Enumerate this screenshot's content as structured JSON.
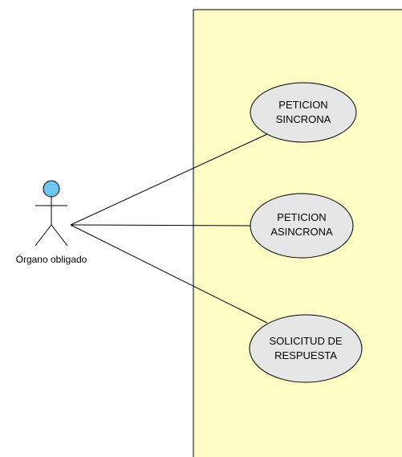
{
  "actor": {
    "name": "Órgano obligado",
    "head_color": "#6fc6f0"
  },
  "system_boundary": {
    "fill": "#fdfcc4",
    "stroke": "#000000"
  },
  "use_cases": [
    {
      "lines": [
        "PETICION",
        "SINCRONA"
      ]
    },
    {
      "lines": [
        "PETICION",
        "ASINCRONA"
      ]
    },
    {
      "lines": [
        "SOLICITUD DE",
        "RESPUESTA"
      ]
    }
  ],
  "use_case_fill": "#e6e6e6"
}
